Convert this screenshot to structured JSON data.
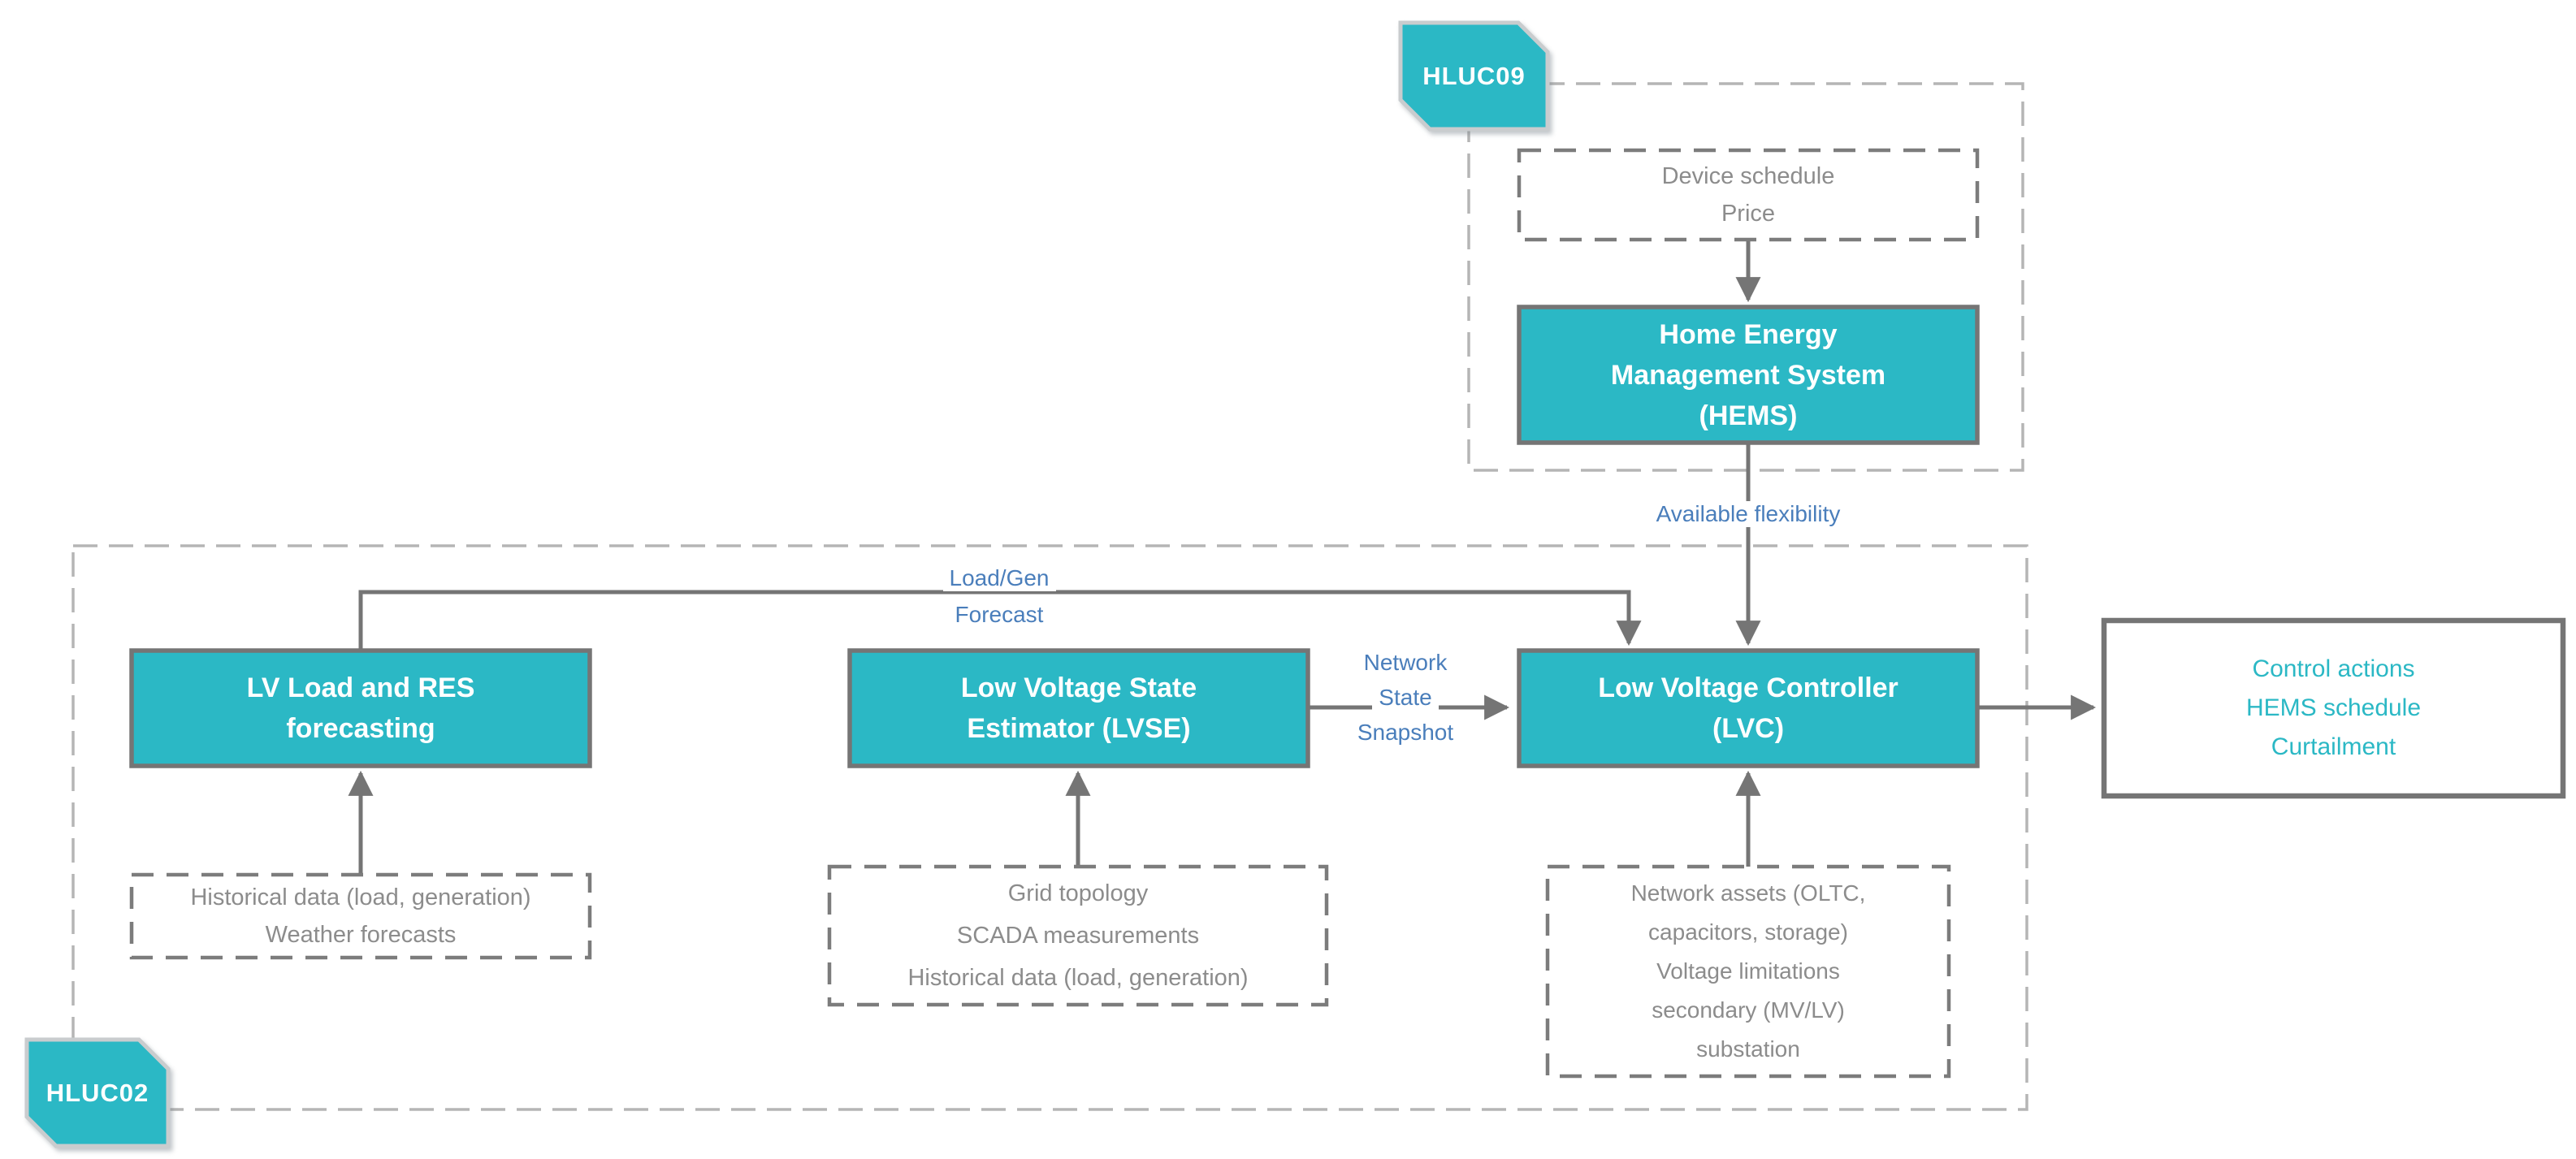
{
  "diagram": {
    "tags": {
      "hluc09": "HLUC09",
      "hluc02": "HLUC02"
    },
    "nodes": {
      "device_inputs": {
        "lines": [
          "Device schedule",
          "Price"
        ]
      },
      "hems": {
        "lines": [
          "Home Energy",
          "Management System",
          "(HEMS)"
        ]
      },
      "lv_load_forecasting": {
        "lines": [
          "LV Load and RES",
          "forecasting"
        ]
      },
      "lvse": {
        "lines": [
          "Low Voltage State",
          "Estimator (LVSE)"
        ]
      },
      "lvc": {
        "lines": [
          "Low Voltage Controller",
          "(LVC)"
        ]
      },
      "outputs": {
        "lines": [
          "Control actions",
          "HEMS schedule",
          "Curtailment"
        ]
      },
      "lv_load_inputs": {
        "lines": [
          "Historical data (load, generation)",
          "Weather forecasts"
        ]
      },
      "lvse_inputs": {
        "lines": [
          "Grid topology",
          "SCADA measurements",
          "Historical data (load, generation)"
        ]
      },
      "lvc_inputs": {
        "lines": [
          "Network assets (OLTC,",
          "capacitors, storage)",
          "Voltage limitations",
          "secondary (MV/LV)",
          "substation"
        ]
      }
    },
    "edge_labels": {
      "available_flexibility": "Available flexibility",
      "load_gen_forecast": {
        "lines": [
          "Load/Gen",
          "Forecast"
        ]
      },
      "network_state_snapshot": {
        "lines": [
          "Network",
          "State",
          "Snapshot"
        ]
      }
    },
    "colors": {
      "node_fill_teal": "#2BB8C5",
      "node_border_gray": "#757575",
      "arrow_gray": "#757575",
      "container_dash_gray": "#B5B5B5",
      "input_box_dash_gray": "#7C7C7C",
      "input_text_gray": "#8C8C8C",
      "edge_label_blue": "#4A7EBB",
      "output_text_teal": "#2BB8C5",
      "tag_border_gray": "#C9CCCE",
      "node_text_white": "#FFFFFF"
    }
  }
}
